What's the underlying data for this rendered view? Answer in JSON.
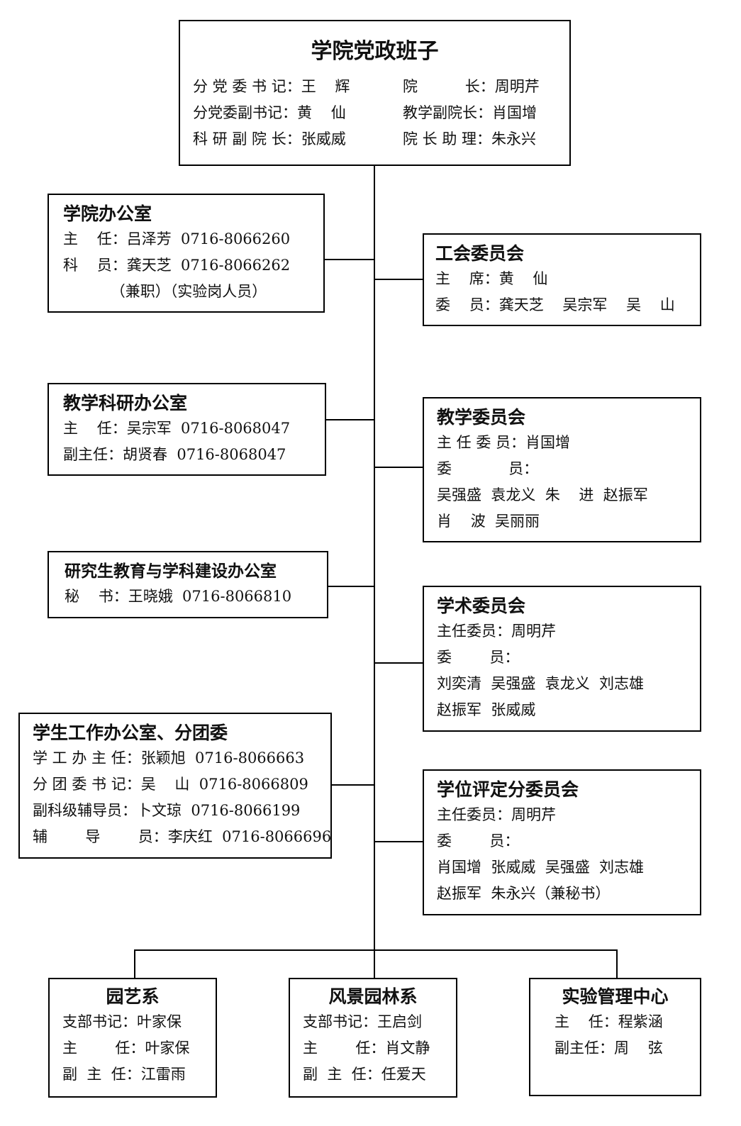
{
  "leadership": {
    "title": "学院党政班子",
    "rows": [
      {
        "left": "分 党 委 书 记：王    辉",
        "right": "院          长：周明芹"
      },
      {
        "left": "分党委副书记：黄    仙",
        "right": "教学副院长：肖国增"
      },
      {
        "left": "科 研 副 院 长：张威威",
        "right": "院 长 助 理：朱永兴"
      }
    ]
  },
  "college_office": {
    "title": "学院办公室",
    "lines": [
      "主    任：吕泽芳  0716-8066260",
      "科    员：龚天芝  0716-8066262",
      "          （兼职）（实验岗人员）"
    ]
  },
  "teaching_research_office": {
    "title": "教学科研办公室",
    "lines": [
      "主    任：吴宗军  0716-8068047",
      "副主任：胡贤春  0716-8068047"
    ]
  },
  "graduate_office": {
    "title": "研究生教育与学科建设办公室",
    "lines": [
      "秘    书：王晓娥  0716-8066810"
    ]
  },
  "student_office": {
    "title": "学生工作办公室、分团委",
    "lines": [
      "学 工 办 主 任：张颖旭  0716-8066663",
      "分 团 委 书 记：吴    山  0716-8066809",
      "副科级辅导员：卜文琼  0716-8066199",
      "辅        导        员：李庆红  0716-8066696"
    ]
  },
  "union_committee": {
    "title": "工会委员会",
    "lines": [
      "主    席：黄    仙",
      "委    员：龚天芝    吴宗军    吴    山"
    ]
  },
  "teaching_committee": {
    "title": "教学委员会",
    "lines": [
      "主 任 委 员：肖国增",
      "委            员：",
      "吴强盛  袁龙义  朱    进  赵振军",
      "肖    波  吴丽丽"
    ]
  },
  "academic_committee": {
    "title": "学术委员会",
    "lines": [
      "主任委员：周明芹",
      "委        员：",
      "刘奕清  吴强盛  袁龙义  刘志雄",
      "赵振军  张威威"
    ]
  },
  "degree_committee": {
    "title": "学位评定分委员会",
    "lines": [
      "主任委员：周明芹",
      "委        员：",
      "肖国增  张威威  吴强盛  刘志雄",
      "赵振军  朱永兴（兼秘书）"
    ]
  },
  "horticulture_dept": {
    "title": "园艺系",
    "lines": [
      "支部书记：叶家保",
      "主        任：叶家保",
      "副  主  任：江雷雨"
    ]
  },
  "landscape_dept": {
    "title": "风景园林系",
    "lines": [
      "支部书记：王启剑",
      "主        任：肖文静",
      "副  主  任：任爱天"
    ]
  },
  "lab_center": {
    "title": "实验管理中心",
    "lines": [
      "主    任：程紫涵",
      "副主任：周    弦"
    ]
  }
}
